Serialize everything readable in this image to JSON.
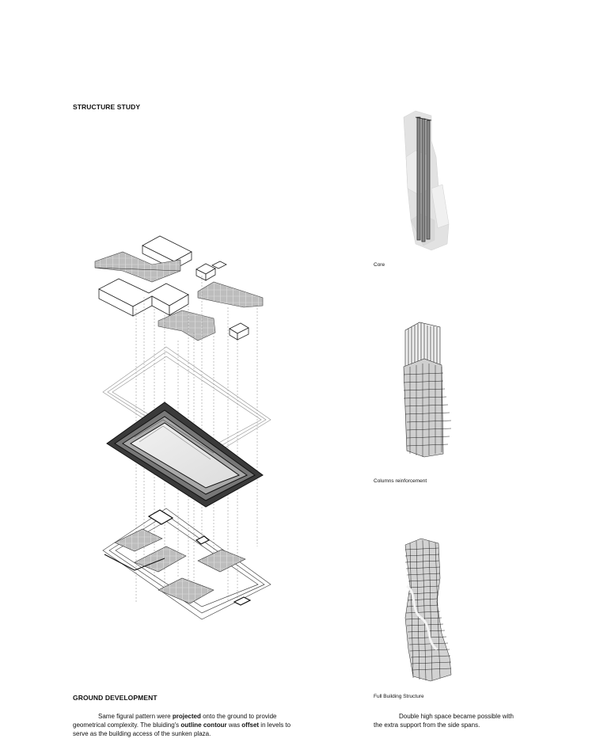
{
  "structure_study": {
    "heading": "STRUCTURE STUDY"
  },
  "captions": {
    "core": "Core",
    "columns": "Columns reinforcement",
    "full": "Full Building Structure"
  },
  "ground_development": {
    "heading": "GROUND DEVELOPMENT",
    "p_intro": "Same figural pattern were ",
    "p_b1": "projected",
    "p_mid1": " onto the ground to provide geometrical complexity. The bluiding's ",
    "p_b2": "outline contour",
    "p_mid2": " was ",
    "p_b3": "offset",
    "p_end": " in levels to serve as the building access of the sunken plaza."
  },
  "side_note": {
    "text_line1": "Double high space became  possible with",
    "text_line2": "the extra support from the side spans."
  }
}
